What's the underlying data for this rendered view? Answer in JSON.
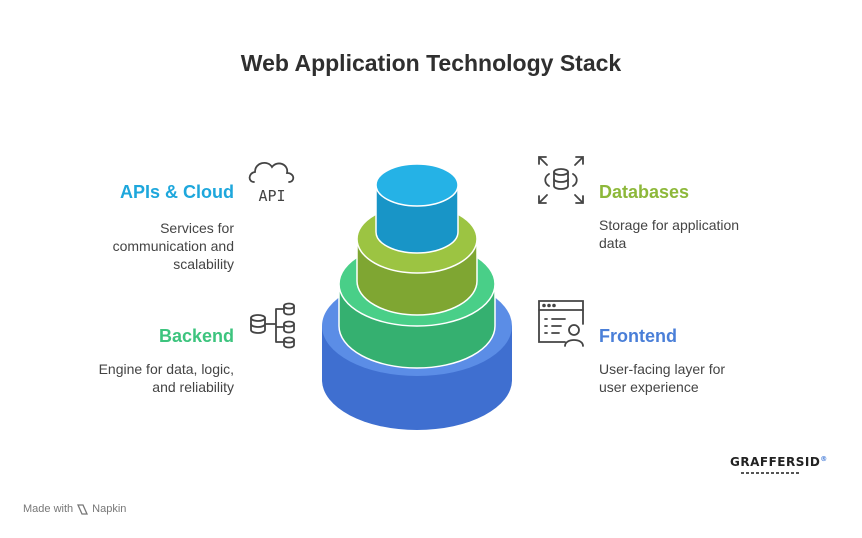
{
  "title": "Web Application Technology Stack",
  "layers": {
    "apis": {
      "heading": "APIs & Cloud",
      "description_lines": [
        "Services for",
        "communication and",
        "scalability"
      ],
      "color": "#1ea7dc",
      "icon": "cloud-api-icon",
      "icon_text": "API"
    },
    "databases": {
      "heading": "Databases",
      "description_lines": [
        "Storage for application",
        "data"
      ],
      "color": "#8db83a",
      "icon": "database-scan-icon"
    },
    "backend": {
      "heading": "Backend",
      "description_lines": [
        "Engine for data, logic,",
        "and reliability"
      ],
      "color": "#3dc47e",
      "icon": "database-network-icon"
    },
    "frontend": {
      "heading": "Frontend",
      "description_lines": [
        "User-facing layer for",
        "user experience"
      ],
      "color": "#4a7fd8",
      "icon": "browser-user-icon"
    }
  },
  "footer": {
    "text": "Made with",
    "tool": "Napkin"
  },
  "brand": {
    "name": "GRAFFERSID",
    "sup": "®"
  }
}
